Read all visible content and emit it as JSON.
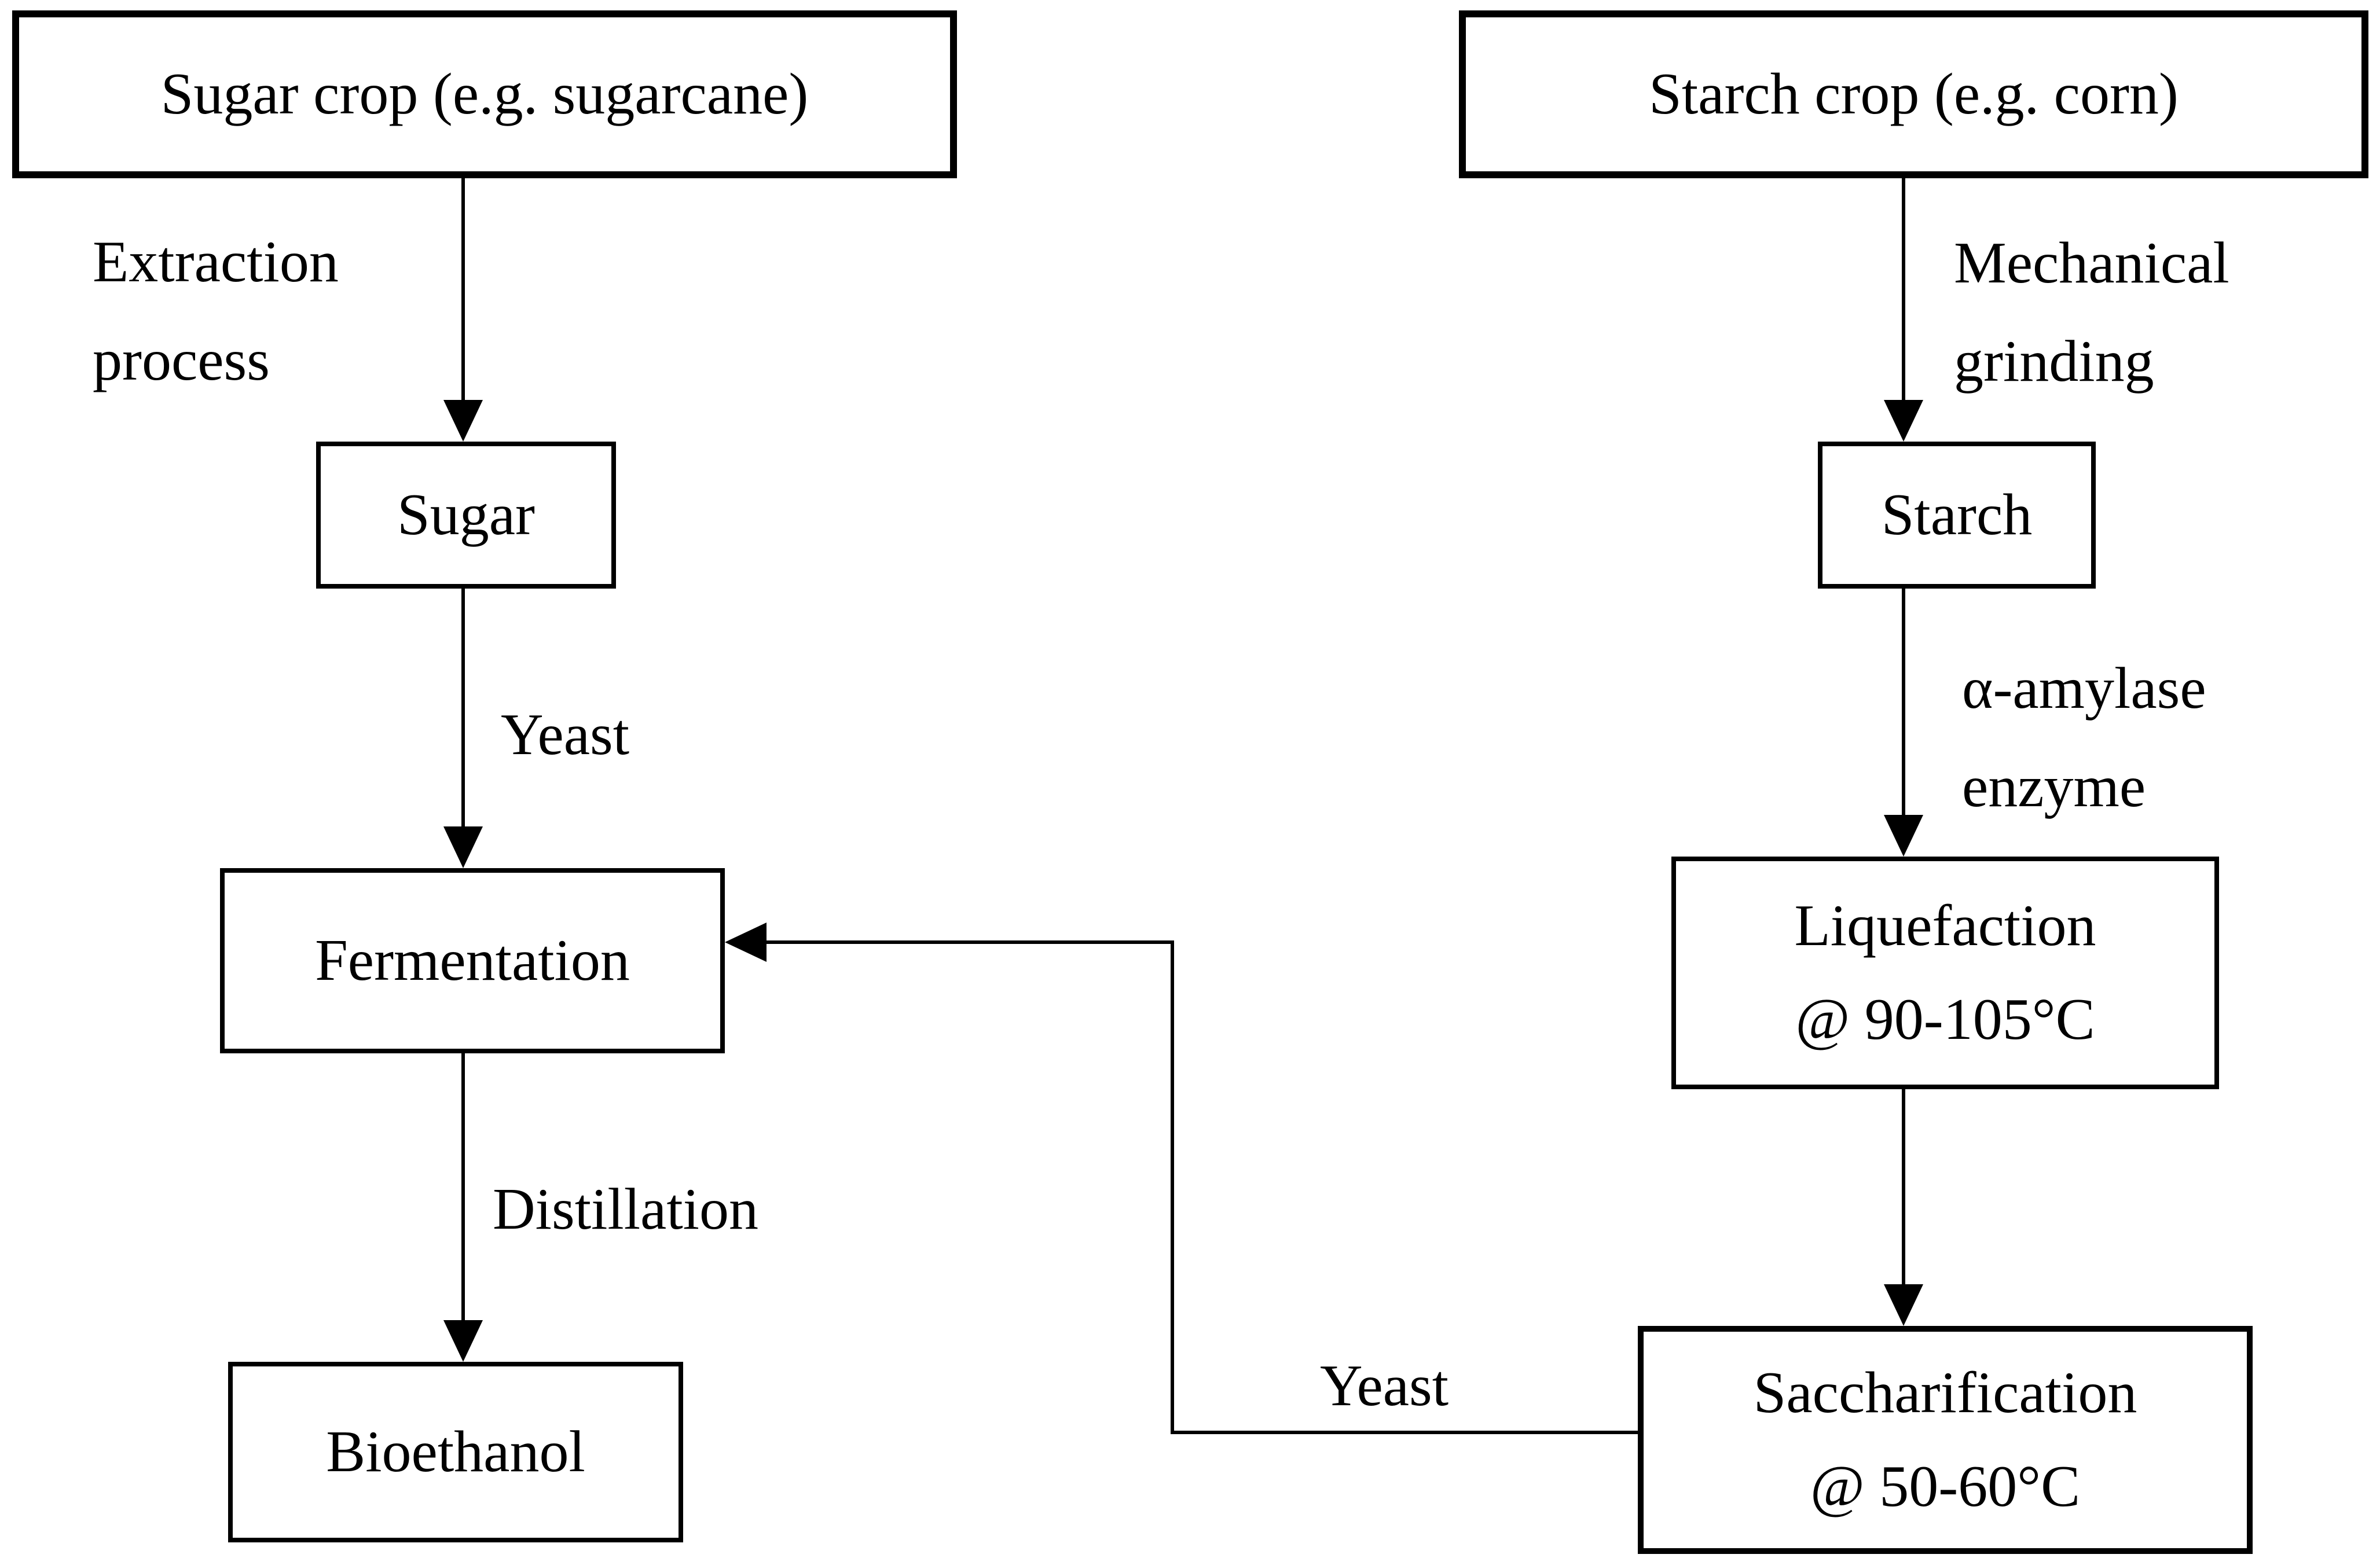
{
  "colors": {
    "line": "#000000",
    "text": "#000000",
    "background": "#ffffff"
  },
  "nodes": {
    "sugar_crop": {
      "label": "Sugar crop (e.g. sugarcane)"
    },
    "starch_crop": {
      "label": "Starch crop (e.g. corn)"
    },
    "sugar": {
      "label": "Sugar"
    },
    "starch": {
      "label": "Starch"
    },
    "fermentation": {
      "label": "Fermentation"
    },
    "liquefaction": {
      "line1": "Liquefaction",
      "line2": "@ 90-105°C"
    },
    "bioethanol": {
      "label": "Bioethanol"
    },
    "saccharification": {
      "line1": "Saccharification",
      "line2": "@ 50-60°C"
    }
  },
  "edge_labels": {
    "extraction": {
      "line1": "Extraction",
      "line2": "process"
    },
    "mechanical_grinding": {
      "line1": "Mechanical",
      "line2": "grinding"
    },
    "yeast_sugar_to_fermentation": "Yeast",
    "alpha_amylase": {
      "line1": "α-amylase",
      "line2": "enzyme"
    },
    "distillation": "Distillation",
    "yeast_saccharification_to_fermentation": "Yeast"
  }
}
